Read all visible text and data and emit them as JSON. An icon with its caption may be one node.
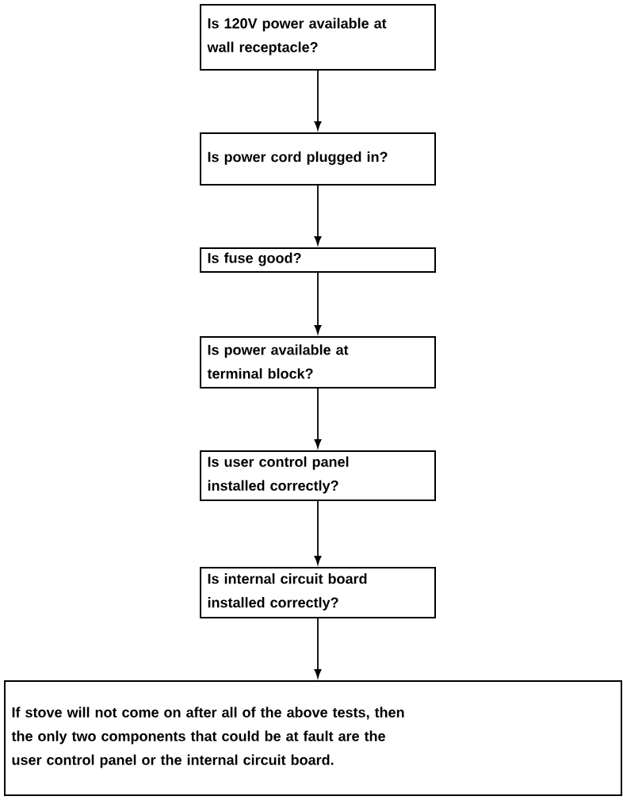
{
  "diagram": {
    "nodes": [
      {
        "text": [
          "Is 120V power available at wall receptacle?"
        ]
      },
      {
        "text": [
          "Is power cord plugged in?"
        ]
      },
      {
        "text": [
          "Is fuse good?"
        ]
      },
      {
        "text": [
          "Is power available at terminal block?"
        ]
      },
      {
        "text": [
          "Is user control panel installed correctly?"
        ]
      },
      {
        "text": [
          "Is internal circuit board installed correctly?"
        ]
      },
      {
        "text": [
          "If stove will not come on after all of the above tests, then the only two components that could be at fault are the user control panel or the internal circuit board."
        ]
      }
    ],
    "edges": [
      {
        "from": 0,
        "to": 1,
        "arrow": "to"
      },
      {
        "from": 1,
        "to": 2,
        "arrow": "to"
      },
      {
        "from": 2,
        "to": 3,
        "arrow": "to"
      },
      {
        "from": 3,
        "to": 4,
        "arrow": "to"
      },
      {
        "from": 4,
        "to": 5,
        "arrow": "to"
      },
      {
        "from": 5,
        "to": 6,
        "arrow": "to"
      }
    ]
  }
}
